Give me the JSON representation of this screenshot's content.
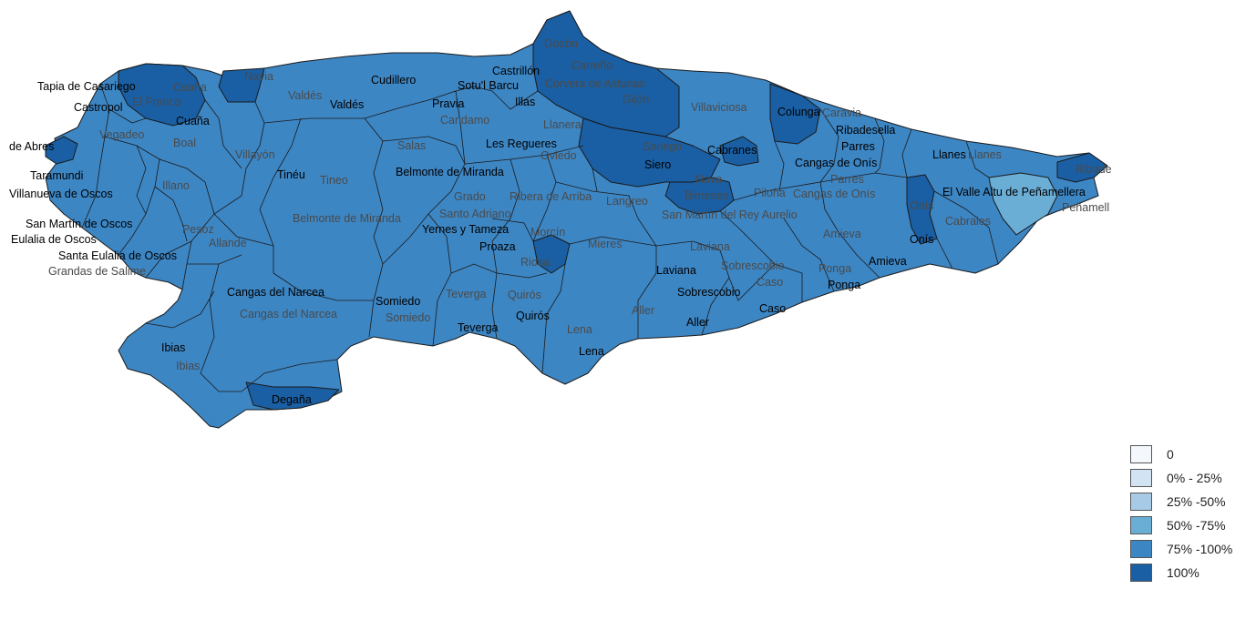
{
  "municipalities": [
    {
      "name": "Gozón",
      "label": "Gozón"
    },
    {
      "name": "Carreño",
      "label": "Carreño"
    },
    {
      "name": "Castrillón",
      "label": "Castrillón"
    },
    {
      "name": "Corvera de Asturias",
      "label": "Corvera de Asturias"
    },
    {
      "name": "Gijón",
      "label": "Gijón"
    },
    {
      "name": "Soto del Barco",
      "label": "Sotu'l Barcu"
    },
    {
      "name": "Illas",
      "label": "Illas"
    },
    {
      "name": "Cudillero",
      "label": "Cudillero"
    },
    {
      "name": "Valdés",
      "label": "Valdés"
    },
    {
      "name": "Valdés",
      "label": "Valdés"
    },
    {
      "name": "Navia",
      "label": "Navia"
    },
    {
      "name": "Tapia de Casariego",
      "label": "Tapia de Casariego"
    },
    {
      "name": "Coaña",
      "label": "Coaña"
    },
    {
      "name": "El Franco",
      "label": "El Franco"
    },
    {
      "name": "Castropol",
      "label": "Castropol"
    },
    {
      "name": "Cuaña",
      "label": "Cuaña"
    },
    {
      "name": "Vegadeo",
      "label": "Vegadeo"
    },
    {
      "name": "Boal",
      "label": "Boal"
    },
    {
      "name": "Santiso de Abres",
      "label": "de Abres"
    },
    {
      "name": "Taramundi",
      "label": "Taramundi"
    },
    {
      "name": "Villanueva de Oscos",
      "label": "Villanueva de Oscos"
    },
    {
      "name": "Illano",
      "label": "Illano"
    },
    {
      "name": "San Martín de Oscos",
      "label": "San Martín de Oscos"
    },
    {
      "name": "Santa Eulalia de Oscos",
      "label": "Eulalia de Oscos"
    },
    {
      "name": "Santa Eulalia de Oscos",
      "label": "Santa Eulalia de Oscos"
    },
    {
      "name": "Grandas de Salime",
      "label": "Grandas de Salime"
    },
    {
      "name": "Pesoz",
      "label": "Pesoz"
    },
    {
      "name": "Allande",
      "label": "Allande"
    },
    {
      "name": "Villayón",
      "label": "Villayón"
    },
    {
      "name": "Tineo",
      "label": "Tinéu"
    },
    {
      "name": "Tineo",
      "label": "Tineo"
    },
    {
      "name": "Belmonte de Miranda",
      "label": "Belmonte de Miranda"
    },
    {
      "name": "Belmonte de Miranda",
      "label": "Belmonte de Miranda"
    },
    {
      "name": "Salas",
      "label": "Salas"
    },
    {
      "name": "Pravia",
      "label": "Pravia"
    },
    {
      "name": "Candamo",
      "label": "Candamo"
    },
    {
      "name": "Llanera",
      "label": "Llanera"
    },
    {
      "name": "Las Regueras",
      "label": "Les Regueres"
    },
    {
      "name": "Oviedo",
      "label": "Oviedo"
    },
    {
      "name": "Grado",
      "label": "Grado"
    },
    {
      "name": "Ribera de Arriba",
      "label": "Ribera de Arriba"
    },
    {
      "name": "Santo Adriano",
      "label": "Santo Adriano"
    },
    {
      "name": "Yernes y Tameza",
      "label": "Yernes y Tameza"
    },
    {
      "name": "Proaza",
      "label": "Proaza"
    },
    {
      "name": "Morcín",
      "label": "Morcín"
    },
    {
      "name": "Riosa",
      "label": "Riosa"
    },
    {
      "name": "Mieres",
      "label": "Mieres"
    },
    {
      "name": "Langreo",
      "label": "Langreo"
    },
    {
      "name": "Siero",
      "label": "Sariego"
    },
    {
      "name": "Siero",
      "label": "Siero"
    },
    {
      "name": "Villaviciosa",
      "label": "Villaviciosa"
    },
    {
      "name": "Colunga",
      "label": "Colunga"
    },
    {
      "name": "Caravia",
      "label": "Caravia"
    },
    {
      "name": "Ribadesella",
      "label": "Ribadesella"
    },
    {
      "name": "Cabranes",
      "label": "Cabranes"
    },
    {
      "name": "Nava",
      "label": "Nava"
    },
    {
      "name": "Bimenes",
      "label": "Bimenes"
    },
    {
      "name": "San Martín del Rey Aurelio",
      "label": "San Martín del Rey Aurelio"
    },
    {
      "name": "Piloña",
      "label": "Piloña"
    },
    {
      "name": "Parres",
      "label": "Parres"
    },
    {
      "name": "Parres",
      "label": "Parres"
    },
    {
      "name": "Cangas de Onís",
      "label": "Cangas de Onís"
    },
    {
      "name": "Cangas de Onís",
      "label": "Cangas de Onís"
    },
    {
      "name": "Llanes",
      "label": "Llanes"
    },
    {
      "name": "Llanes",
      "label": "Llanes"
    },
    {
      "name": "Ribadedeva",
      "label": "Ribade"
    },
    {
      "name": "Peñamellera Alta",
      "label": "El Valle Altu de Peñamellera"
    },
    {
      "name": "Peñamellera Baja",
      "label": "Peñamell"
    },
    {
      "name": "Onís",
      "label": "Onís"
    },
    {
      "name": "Onís",
      "label": "Onís"
    },
    {
      "name": "Cabrales",
      "label": "Cabrales"
    },
    {
      "name": "Amieva",
      "label": "Amieva"
    },
    {
      "name": "Amieva",
      "label": "Amieva"
    },
    {
      "name": "Ponga",
      "label": "Ponga"
    },
    {
      "name": "Ponga",
      "label": "Ponga"
    },
    {
      "name": "Laviana",
      "label": "Laviana"
    },
    {
      "name": "Laviana",
      "label": "Laviana"
    },
    {
      "name": "Sobrescobio",
      "label": "Sobrescobio"
    },
    {
      "name": "Sobrescobio",
      "label": "Sobrescobio"
    },
    {
      "name": "Caso",
      "label": "Caso"
    },
    {
      "name": "Caso",
      "label": "Caso"
    },
    {
      "name": "Aller",
      "label": "Aller"
    },
    {
      "name": "Aller",
      "label": "Aller"
    },
    {
      "name": "Lena",
      "label": "Lena"
    },
    {
      "name": "Lena",
      "label": "Lena"
    },
    {
      "name": "Quirós",
      "label": "Quirós"
    },
    {
      "name": "Quirós",
      "label": "Quirós"
    },
    {
      "name": "Teverga",
      "label": "Teverga"
    },
    {
      "name": "Teverga",
      "label": "Teverga"
    },
    {
      "name": "Somiedo",
      "label": "Somiedo"
    },
    {
      "name": "Somiedo",
      "label": "Somiedo"
    },
    {
      "name": "Cangas del Narcea",
      "label": "Cangas del Narcea"
    },
    {
      "name": "Cangas del Narcea",
      "label": "Cangas del Narcea"
    },
    {
      "name": "Ibias",
      "label": "Ibias"
    },
    {
      "name": "Ibias",
      "label": "Ibias"
    },
    {
      "name": "Degaña",
      "label": "Degaña"
    }
  ],
  "legend": [
    {
      "label": "0",
      "color": "#f4f8fc"
    },
    {
      "label": "0% - 25%",
      "color": "#d2e3f3"
    },
    {
      "label": "25% -50%",
      "color": "#a7cbe6"
    },
    {
      "label": "50% -75%",
      "color": "#6aaed6"
    },
    {
      "label": "75% -100%",
      "color": "#3d86c4"
    },
    {
      "label": "100%",
      "color": "#1a5fa3"
    }
  ],
  "colors": {
    "class_100": "#1a5fa3",
    "class_75_100": "#3d86c4",
    "class_50_75": "#6aaed6"
  }
}
